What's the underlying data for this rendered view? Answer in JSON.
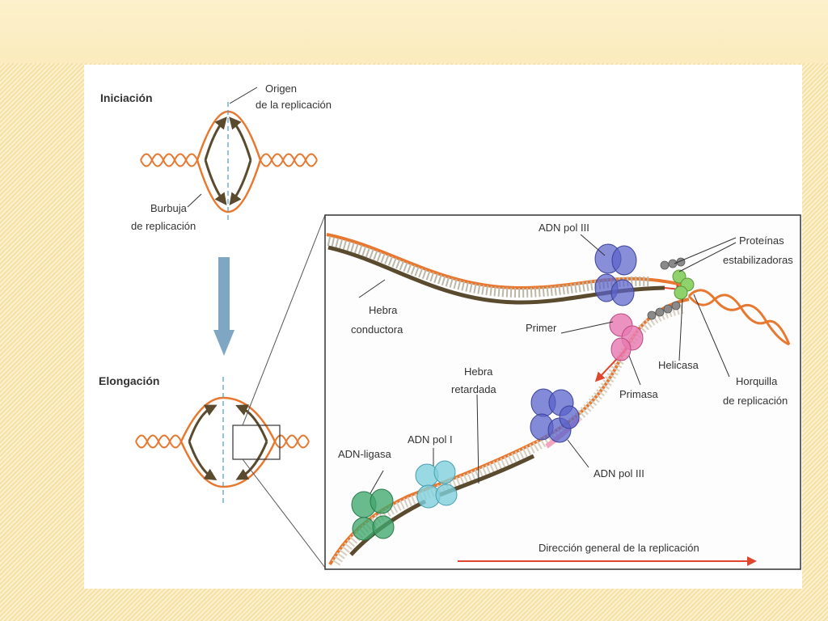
{
  "labels": {
    "stage_initiation": "Iniciación",
    "stage_elongation": "Elongación",
    "origin_line1": "Origen",
    "origin_line2": "de la replicación",
    "bubble_line1": "Burbuja",
    "bubble_line2": "de replicación",
    "dna_pol_iii_top": "ADN pol III",
    "stabilizing_line1": "Proteínas",
    "stabilizing_line2": "estabilizadoras",
    "leading_line1": "Hebra",
    "leading_line2": "conductora",
    "primer": "Primer",
    "helicase": "Helicasa",
    "fork_line1": "Horquilla",
    "fork_line2": "de replicación",
    "primase": "Primasa",
    "lagging_line1": "Hebra",
    "lagging_line2": "retardada",
    "dna_pol_i": "ADN pol I",
    "dna_ligase": "ADN-ligasa",
    "dna_pol_iii_bottom": "ADN pol III",
    "direction": "Dirección general de la replicación"
  },
  "colors": {
    "strand_orange": "#e8782f",
    "new_strand_brown": "#5a4a2e",
    "pol_iii_blue": "#5a63c9",
    "primase_pink": "#e87ab2",
    "helicase_green": "#8fd16a",
    "ligase_green": "#3fa66b",
    "pol_i_cyan": "#7fcfdc",
    "ssb_gray": "#8a8a8a",
    "direction_arrow": "#e0462e",
    "arrow_steel": "#7fa7c4"
  }
}
